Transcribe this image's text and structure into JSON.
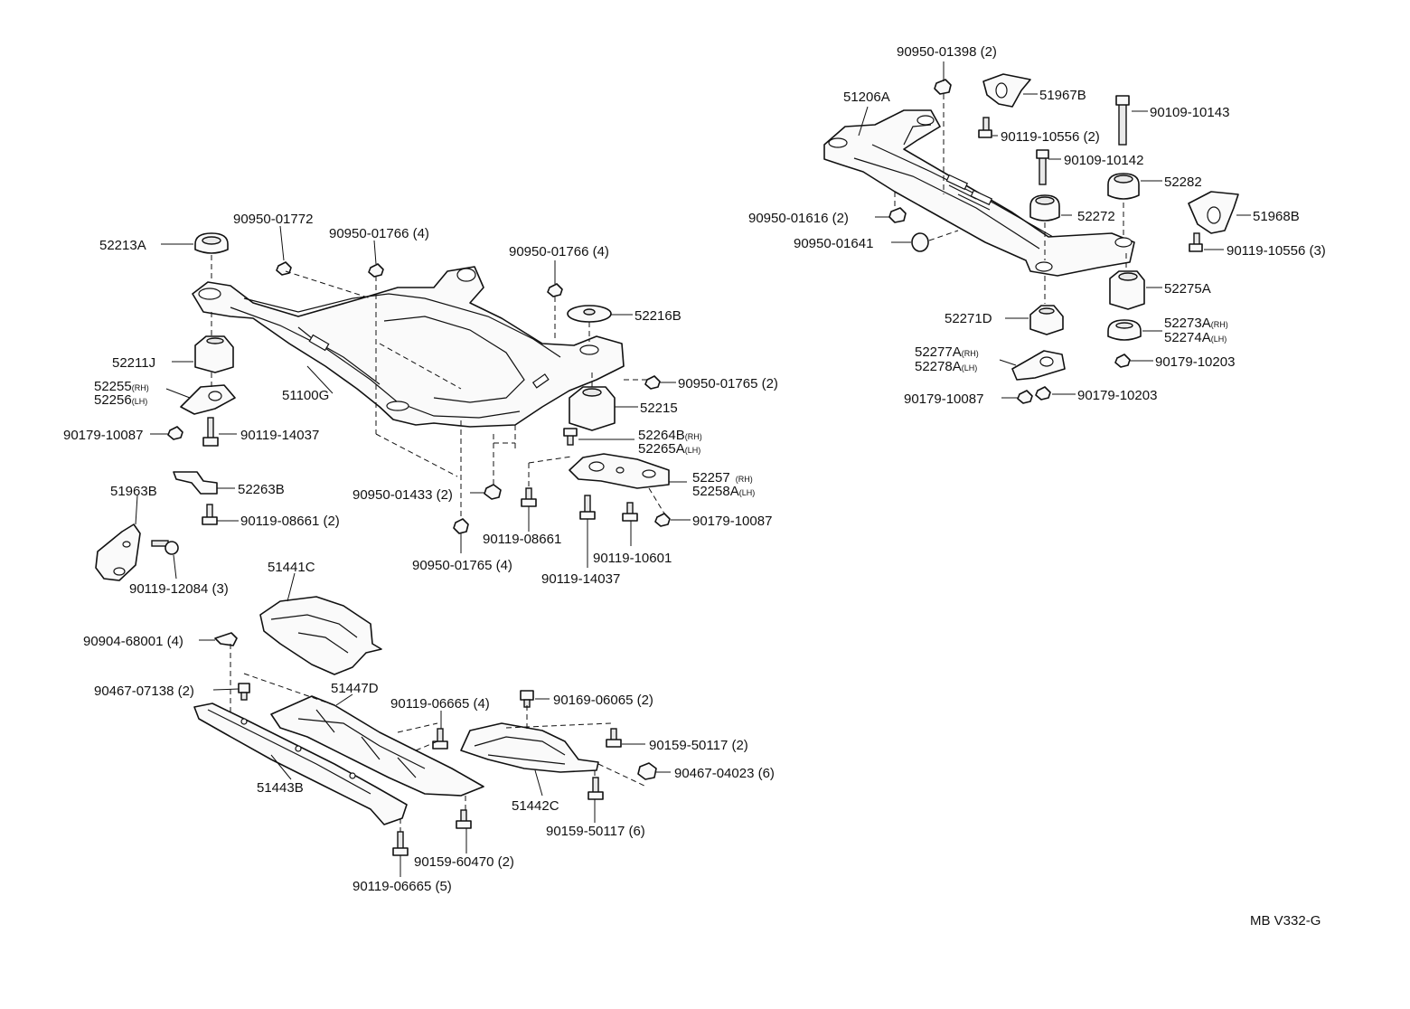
{
  "document_code": "MB  V332-G",
  "labels": {
    "l_90950_01398": "90950-01398 (2)",
    "l_51967B": "51967B",
    "l_51206A": "51206A",
    "l_90109_10143": "90109-10143",
    "l_90119_10556_2": "90119-10556 (2)",
    "l_90109_10142": "90109-10142",
    "l_52282": "52282",
    "l_90950_01616": "90950-01616 (2)",
    "l_52272": "52272",
    "l_51968B": "51968B",
    "l_90950_01641": "90950-01641",
    "l_90119_10556_3": "90119-10556 (3)",
    "l_52275A": "52275A",
    "l_52271D": "52271D",
    "l_52273A": "52273A",
    "l_52273A_sub": "(RH)",
    "l_52274A": "52274A",
    "l_52274A_sub": "(LH)",
    "l_52277A": "52277A",
    "l_52277A_sub": "(RH)",
    "l_52278A": "52278A",
    "l_52278A_sub": "(LH)",
    "l_90179_10203_a": "90179-10203",
    "l_90179_10087_r": "90179-10087",
    "l_90179_10203_b": "90179-10203",
    "l_90950_01772": "90950-01772",
    "l_52213A": "52213A",
    "l_90950_01766_a": "90950-01766 (4)",
    "l_90950_01766_b": "90950-01766 (4)",
    "l_52216B": "52216B",
    "l_52211J": "52211J",
    "l_52255": "52255",
    "l_52255_sub": "(RH)",
    "l_52256": "52256",
    "l_52256_sub": "(LH)",
    "l_51100G": "51100G",
    "l_90950_01765_2": "90950-01765 (2)",
    "l_52215": "52215",
    "l_90179_10087_a": "90179-10087",
    "l_90119_14037_a": "90119-14037",
    "l_52264B": "52264B",
    "l_52264B_sub": "(RH)",
    "l_52265A": "52265A",
    "l_52265A_sub": "(LH)",
    "l_51963B": "51963B",
    "l_52263B": "52263B",
    "l_52257": "52257",
    "l_52257_sub": "(RH)",
    "l_52258A": "52258A",
    "l_52258A_sub": "(LH)",
    "l_90950_01433": "90950-01433 (2)",
    "l_90119_08661_2": "90119-08661 (2)",
    "l_90179_10087_b": "90179-10087",
    "l_90119_08661": "90119-08661",
    "l_90119_12084": "90119-12084 (3)",
    "l_90950_01765_4": "90950-01765 (4)",
    "l_90119_10601": "90119-10601",
    "l_90119_14037_b": "90119-14037",
    "l_51441C": "51441C",
    "l_90904_68001": "90904-68001 (4)",
    "l_90467_07138": "90467-07138 (2)",
    "l_51447D": "51447D",
    "l_90119_06665_4": "90119-06665 (4)",
    "l_90169_06065": "90169-06065 (2)",
    "l_90159_50117_2": "90159-50117 (2)",
    "l_90467_04023": "90467-04023 (6)",
    "l_51443B": "51443B",
    "l_51442C": "51442C",
    "l_90159_50117_6": "90159-50117 (6)",
    "l_90159_60470": "90159-60470 (2)",
    "l_90119_06665_5": "90119-06665 (5)"
  }
}
